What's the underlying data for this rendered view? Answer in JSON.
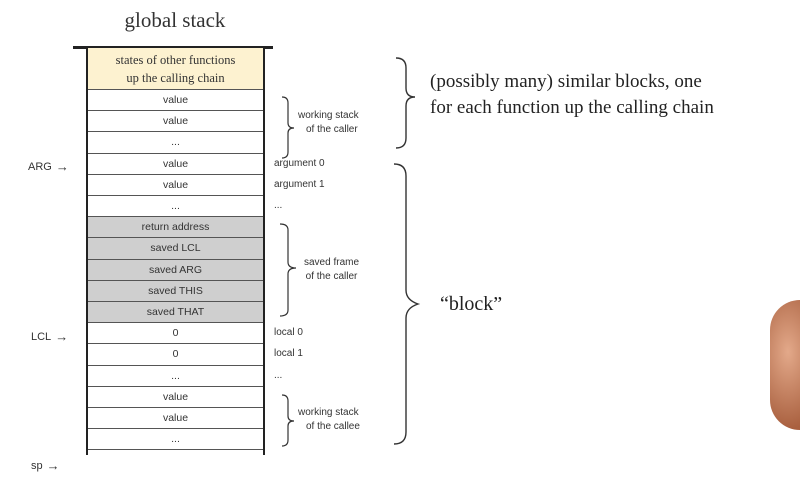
{
  "title": "global stack",
  "states_cell": {
    "line1": "states of other functions",
    "line2": "up the calling chain"
  },
  "cells": [
    {
      "label": "value",
      "side": "",
      "kind": "plain"
    },
    {
      "label": "value",
      "side": "",
      "kind": "plain"
    },
    {
      "label": "...",
      "side": "",
      "kind": "plain"
    },
    {
      "label": "value",
      "side": "argument 0",
      "kind": "plain"
    },
    {
      "label": "value",
      "side": "argument 1",
      "kind": "plain"
    },
    {
      "label": "...",
      "side": "...",
      "kind": "plain"
    },
    {
      "label": "return address",
      "side": "",
      "kind": "frame"
    },
    {
      "label": "saved LCL",
      "side": "",
      "kind": "frame"
    },
    {
      "label": "saved ARG",
      "side": "",
      "kind": "frame"
    },
    {
      "label": "saved THIS",
      "side": "",
      "kind": "frame"
    },
    {
      "label": "saved THAT",
      "side": "",
      "kind": "frame"
    },
    {
      "label": "0",
      "side": "local 0",
      "kind": "plain"
    },
    {
      "label": "0",
      "side": "local 1",
      "kind": "plain"
    },
    {
      "label": "...",
      "side": "...",
      "kind": "plain"
    },
    {
      "label": "value",
      "side": "",
      "kind": "plain"
    },
    {
      "label": "value",
      "side": "",
      "kind": "plain"
    },
    {
      "label": "...",
      "side": "",
      "kind": "plain"
    }
  ],
  "pointers": {
    "arg": "ARG",
    "lcl": "LCL",
    "sp": "sp"
  },
  "brace_labels": {
    "caller_working_stack": [
      "working stack",
      "of the caller"
    ],
    "saved_frame": [
      "saved frame",
      "of the caller"
    ],
    "callee_working_stack": [
      "working stack",
      "of the callee"
    ]
  },
  "annotations": {
    "similar_blocks": [
      "(possibly many) similar blocks, one",
      "for each function up the calling chain"
    ],
    "block": "“block”"
  },
  "colors": {
    "states_fill": "#fdf2d0",
    "frame_fill": "#cfcfcf"
  }
}
